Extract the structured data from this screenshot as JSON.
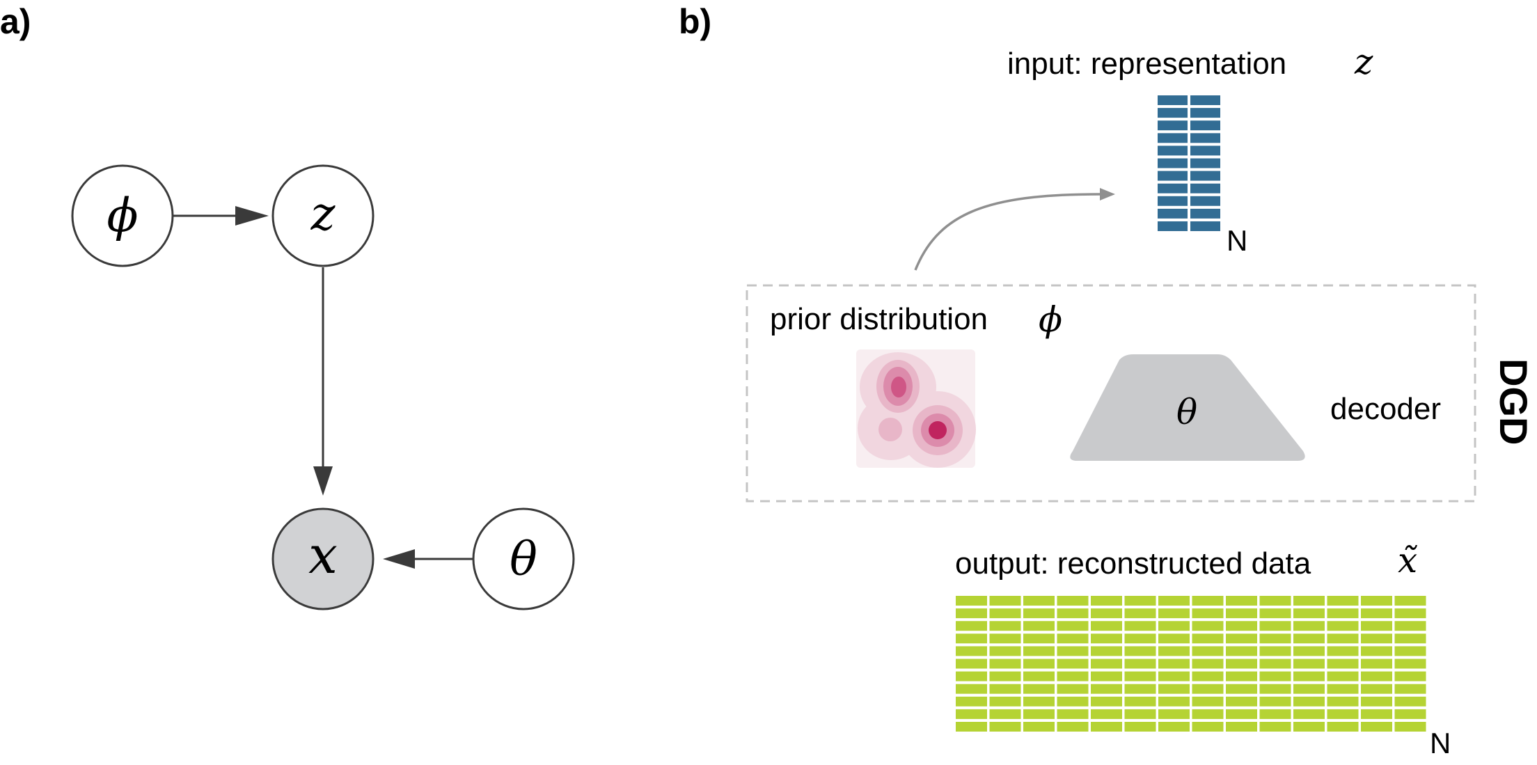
{
  "panel_a": {
    "label": "a)",
    "nodes": {
      "phi": {
        "symbol": "ϕ",
        "observed": false
      },
      "z": {
        "symbol": "z",
        "observed": false
      },
      "x": {
        "symbol": "x",
        "observed": true
      },
      "theta": {
        "symbol": "θ",
        "observed": false
      }
    },
    "edges": [
      {
        "from": "phi",
        "to": "z"
      },
      {
        "from": "z",
        "to": "x"
      },
      {
        "from": "theta",
        "to": "x"
      }
    ]
  },
  "panel_b": {
    "label": "b)",
    "input": {
      "text": "input: representation",
      "symbol": "z",
      "count_label": "N",
      "columns": 2,
      "rows": 11
    },
    "dgd_box": {
      "side_label": "DGD",
      "prior": {
        "text": "prior distribution",
        "symbol": "ϕ"
      },
      "decoder": {
        "text": "decoder",
        "symbol": "θ"
      }
    },
    "output": {
      "text": "output: reconstructed data",
      "symbol": "x̃",
      "count_label": "N",
      "columns": 14,
      "rows": 11
    }
  },
  "colors": {
    "node_stroke": "#3a3a3a",
    "observed_fill": "#d1d2d4",
    "arrow": "#3a3a3a",
    "input_cell": "#326d94",
    "output_cell": "#b5d334",
    "dashed_border": "#c4c4c4",
    "decoder_fill": "#c9cacc",
    "curve_arrow": "#8f8f8f",
    "prior_colors": [
      "#f8eef1",
      "#f1d6df",
      "#e8b6c8",
      "#dc8bab",
      "#cf5686",
      "#c0245f"
    ]
  }
}
